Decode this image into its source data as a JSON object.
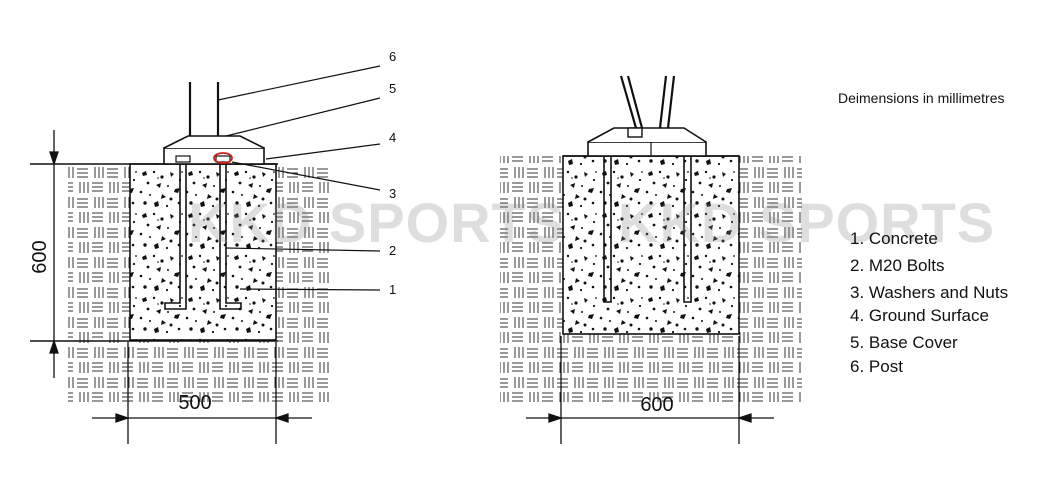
{
  "note": "Deimensions in millimetres",
  "watermark": "KKD SPORTS",
  "dimensions": {
    "side_height": "600",
    "side_width": "500",
    "front_width": "600"
  },
  "callouts": [
    "6",
    "5",
    "4",
    "3",
    "2",
    "1"
  ],
  "legend": [
    "1. Concrete",
    "2. M20 Bolts",
    "3. Washers and Nuts",
    "4. Ground Surface",
    "5. Base Cover",
    "6. Post"
  ],
  "colors": {
    "line": "#111111",
    "highlight": "#d0201c",
    "watermark": "#8a8a8a"
  }
}
